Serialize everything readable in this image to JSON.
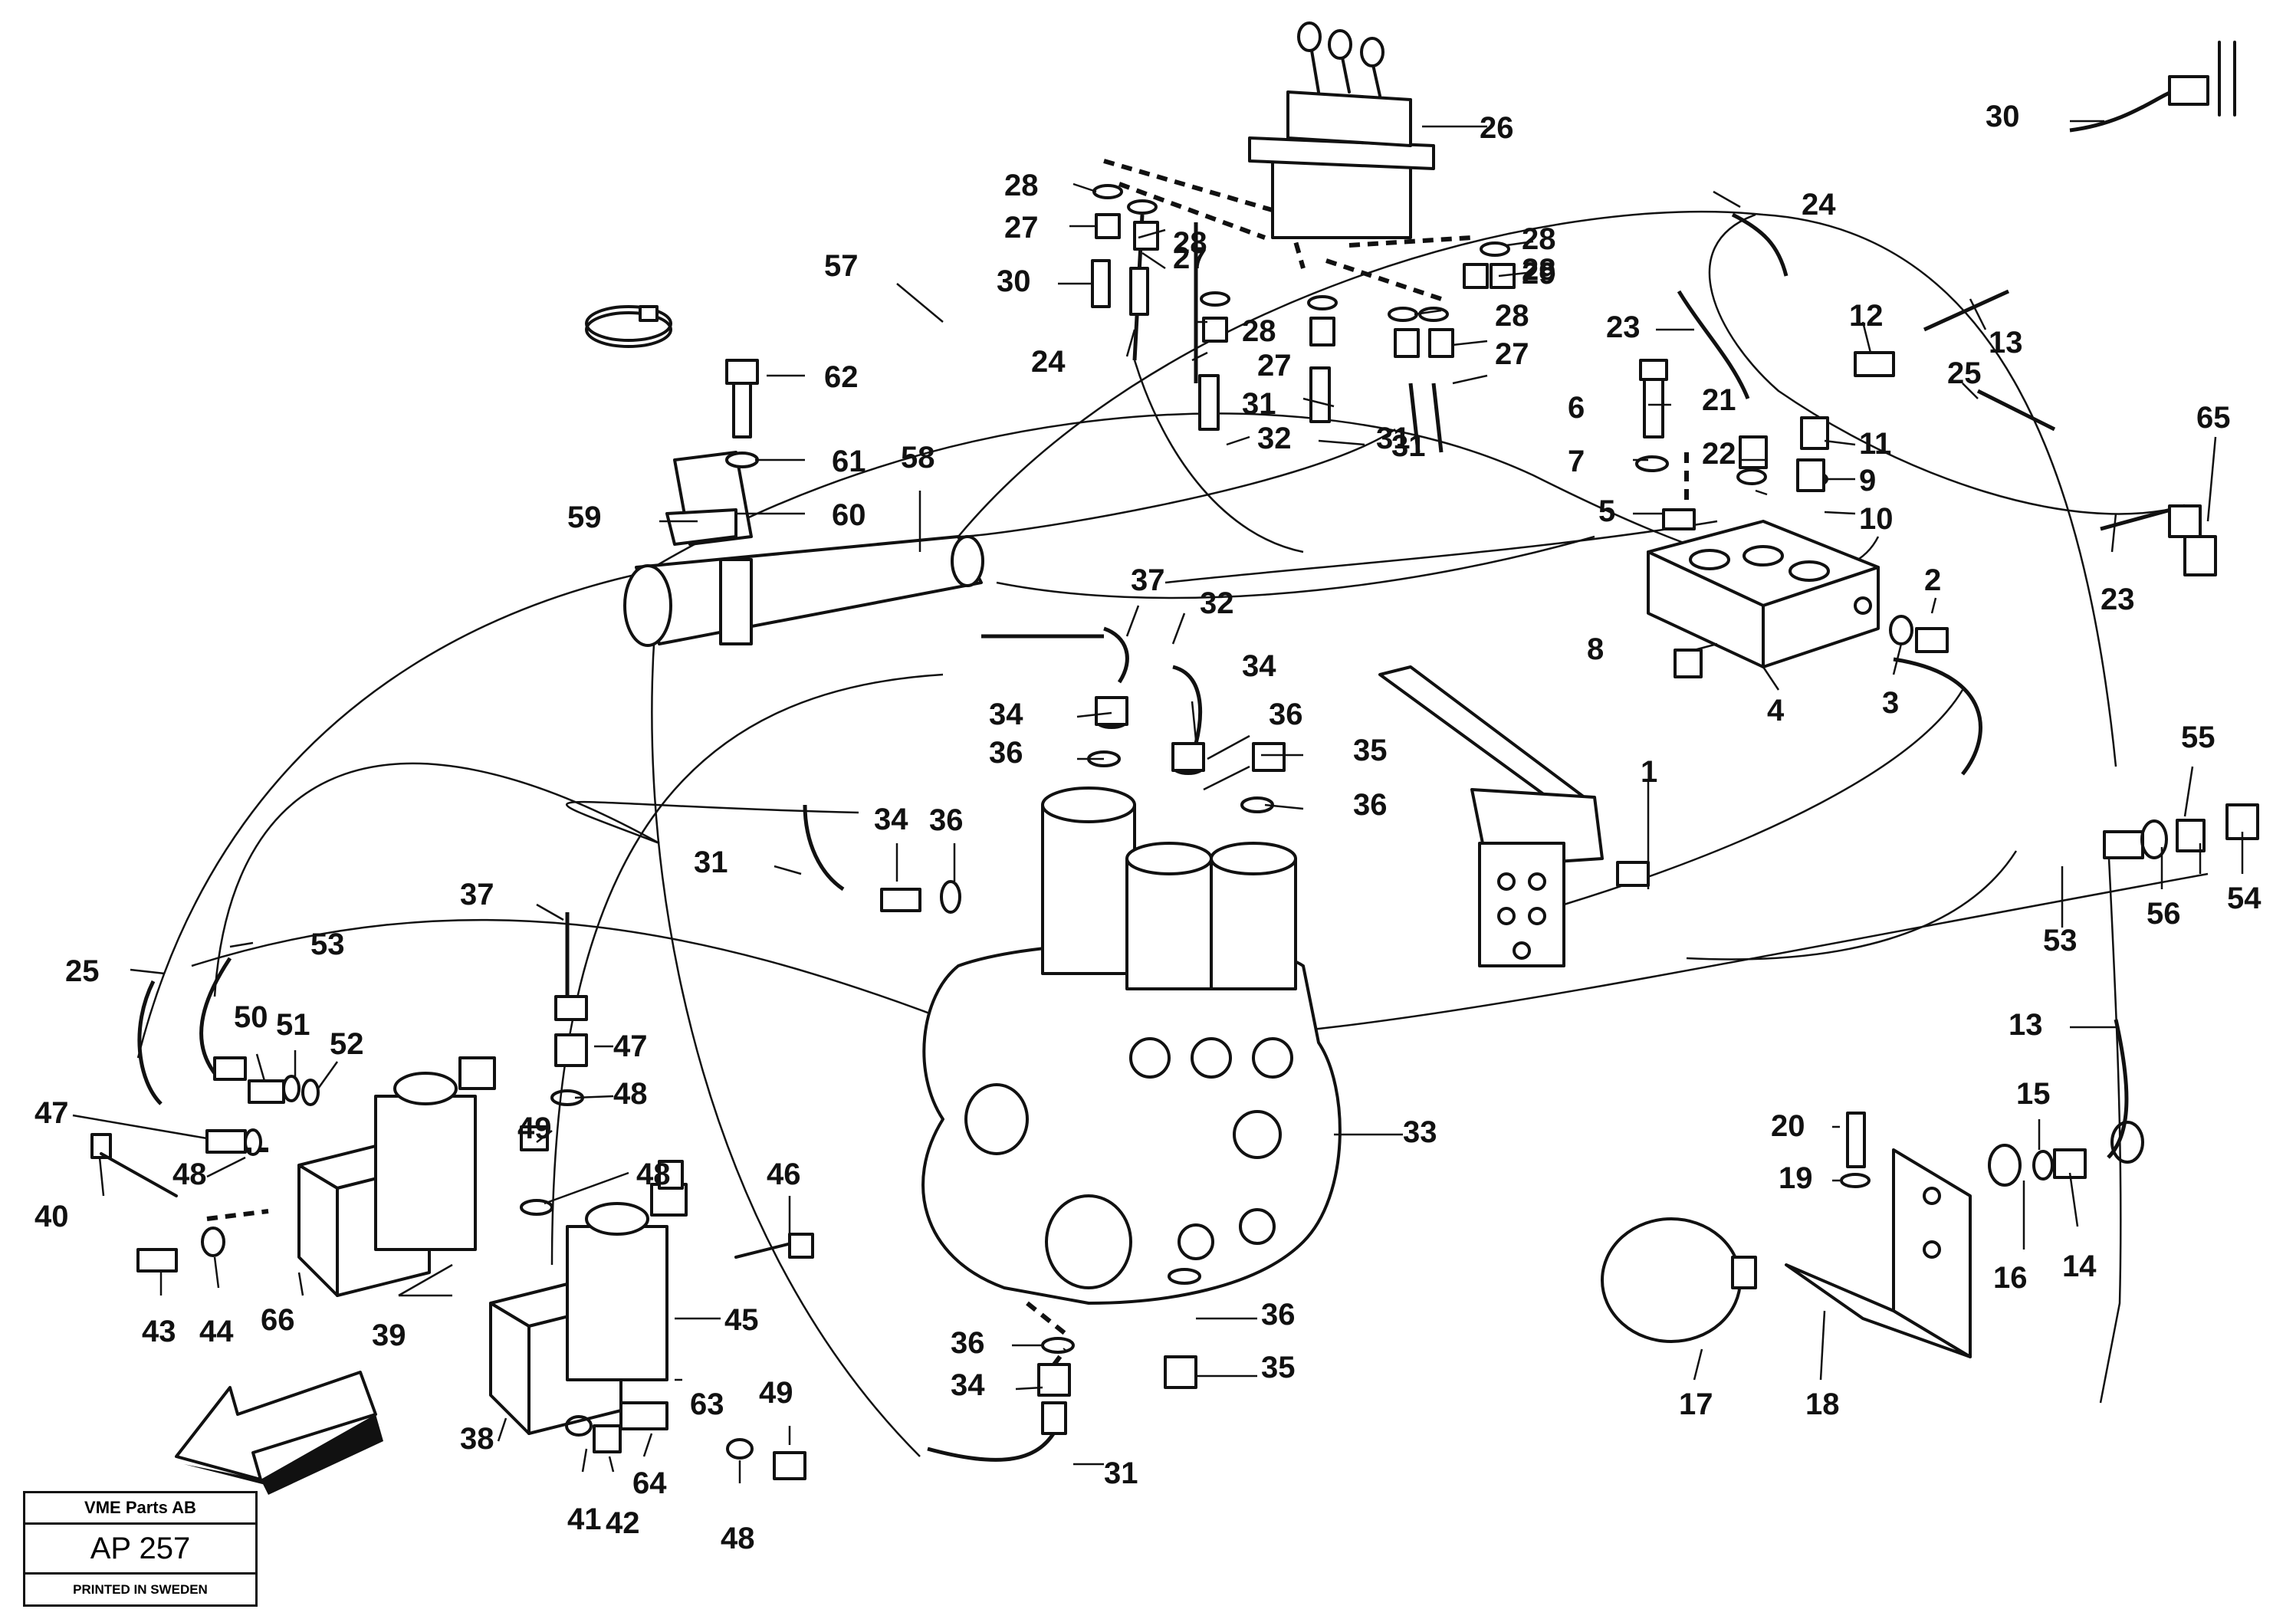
{
  "title_block": {
    "company": "VME Parts AB",
    "code": "AP 257",
    "printed": "PRINTED IN SWEDEN"
  },
  "callouts": [
    "1",
    "2",
    "3",
    "4",
    "5",
    "6",
    "7",
    "8",
    "9",
    "10",
    "11",
    "12",
    "13",
    "13",
    "14",
    "15",
    "16",
    "17",
    "18",
    "19",
    "20",
    "21",
    "22",
    "23",
    "23",
    "24",
    "24",
    "25",
    "25",
    "26",
    "27",
    "27",
    "27",
    "27",
    "28",
    "28",
    "28",
    "28",
    "28",
    "28",
    "29",
    "30",
    "30",
    "31",
    "31",
    "31",
    "31",
    "31",
    "32",
    "32",
    "33",
    "34",
    "34",
    "34",
    "34",
    "35",
    "35",
    "36",
    "36",
    "36",
    "36",
    "36",
    "36",
    "37",
    "37",
    "38",
    "39",
    "40",
    "41",
    "42",
    "43",
    "44",
    "45",
    "46",
    "47",
    "47",
    "48",
    "48",
    "48",
    "48",
    "49",
    "49",
    "50",
    "51",
    "52",
    "53",
    "53",
    "54",
    "55",
    "56",
    "57",
    "58",
    "59",
    "60",
    "61",
    "62",
    "63",
    "64",
    "65",
    "66"
  ]
}
